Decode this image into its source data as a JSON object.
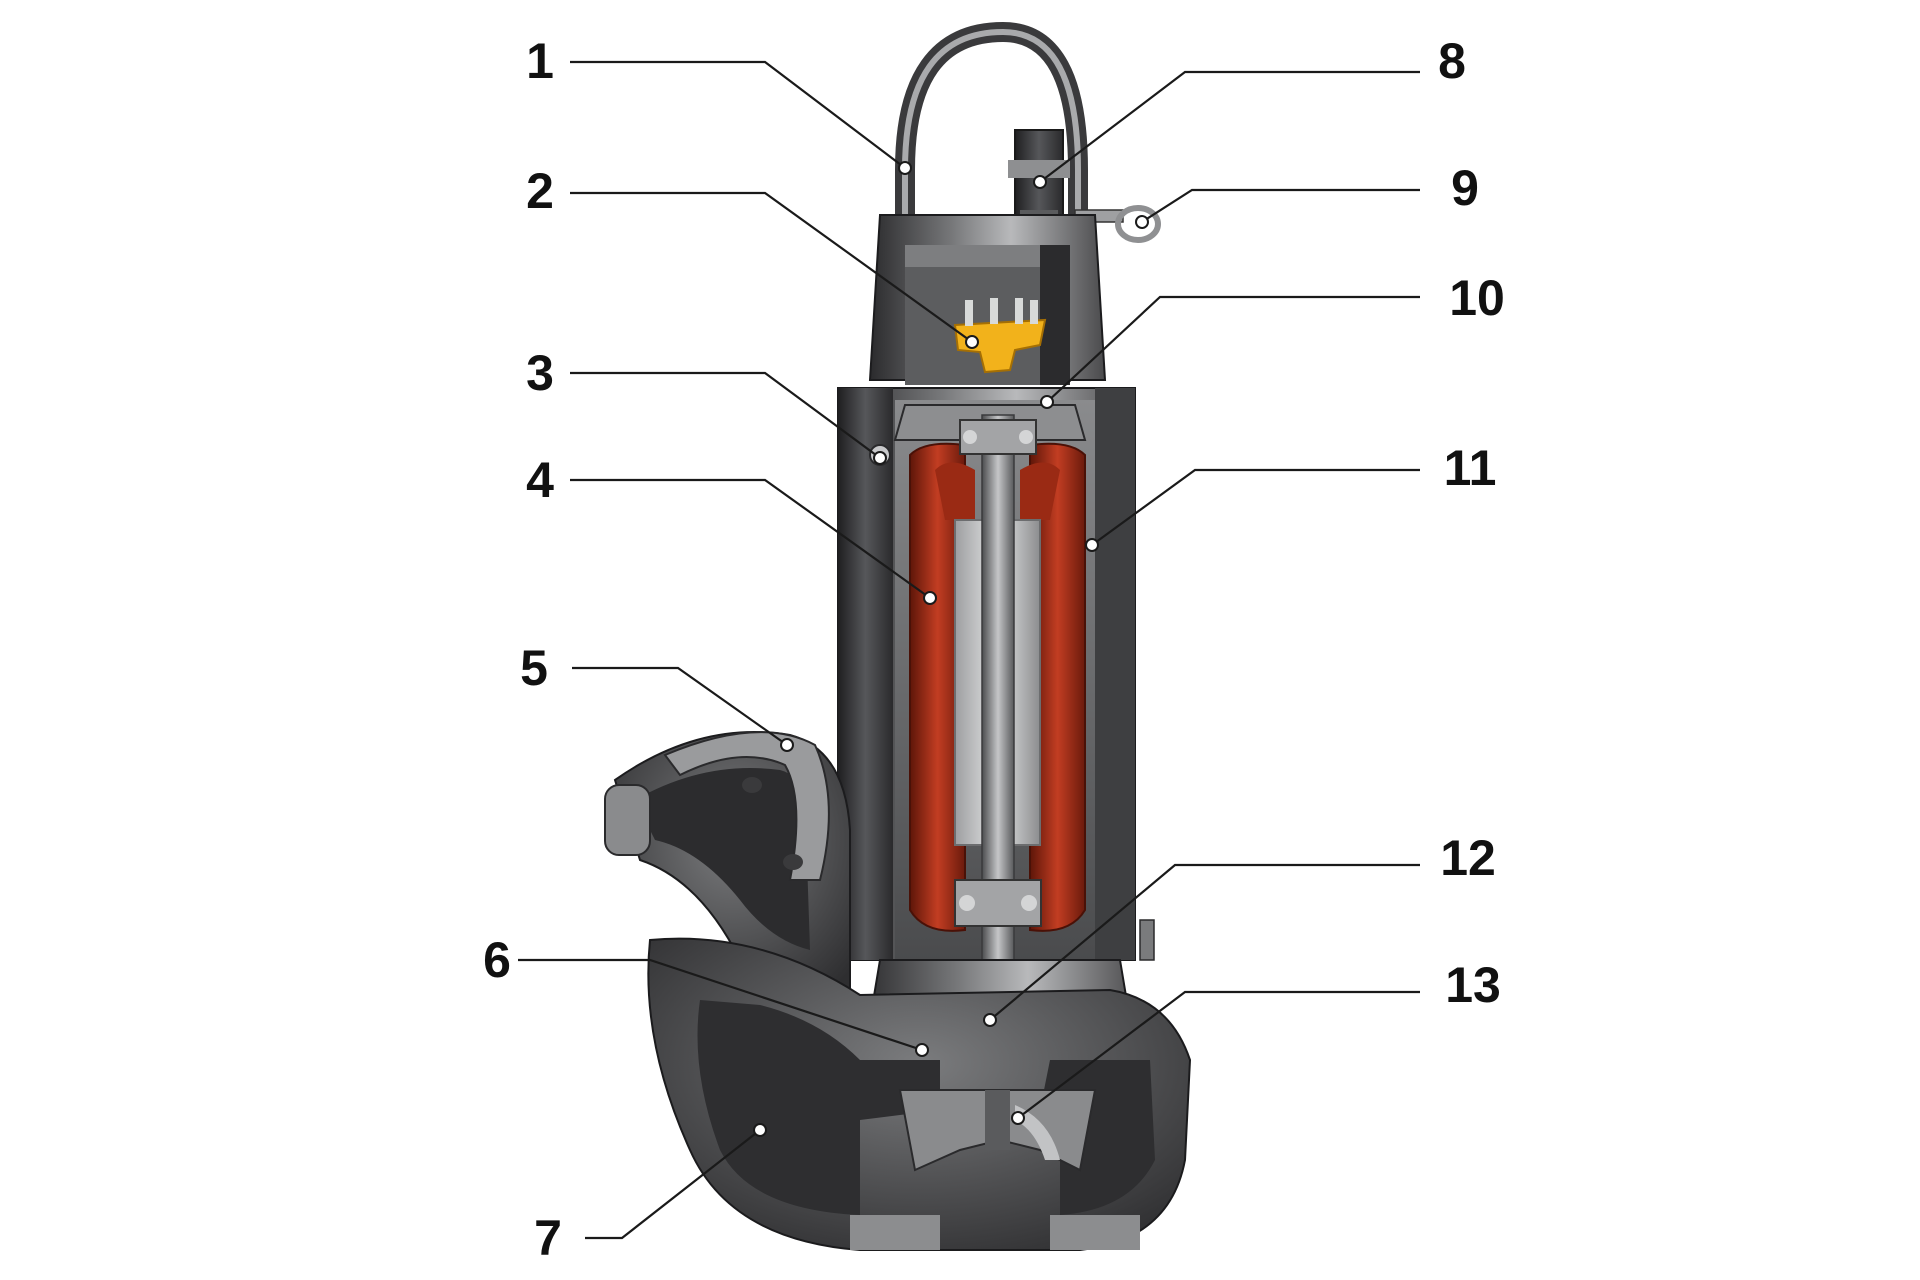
{
  "colors": {
    "background": "#ffffff",
    "steel_dark": "#3c3c3e",
    "steel_mid": "#6f7072",
    "steel_light": "#b9babc",
    "winding": "#b8361d",
    "winding_dark": "#7a1f10",
    "terminal_block": "#f2b21b",
    "label": "#111111"
  },
  "callouts": [
    {
      "id": "1",
      "label": "1"
    },
    {
      "id": "2",
      "label": "2"
    },
    {
      "id": "3",
      "label": "3"
    },
    {
      "id": "4",
      "label": "4"
    },
    {
      "id": "5",
      "label": "5"
    },
    {
      "id": "6",
      "label": "6"
    },
    {
      "id": "7",
      "label": "7"
    },
    {
      "id": "8",
      "label": "8"
    },
    {
      "id": "9",
      "label": "9"
    },
    {
      "id": "10",
      "label": "10"
    },
    {
      "id": "11",
      "label": "11"
    },
    {
      "id": "12",
      "label": "12"
    },
    {
      "id": "13",
      "label": "13"
    }
  ]
}
